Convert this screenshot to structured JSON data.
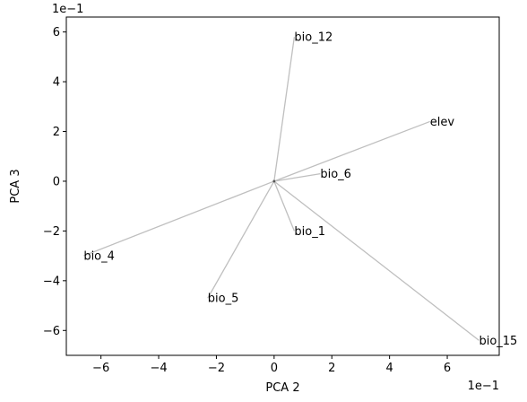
{
  "chart_data": {
    "type": "biplot",
    "xlabel": "PCA 2",
    "ylabel": "PCA 3",
    "x_offset_label": "1e−1",
    "y_offset_label": "1e−1",
    "xlim": [
      -7.2,
      7.8
    ],
    "ylim": [
      -7.0,
      6.6
    ],
    "x_ticks": [
      -6,
      -4,
      -2,
      0,
      2,
      4,
      6
    ],
    "y_ticks": [
      -6,
      -4,
      -2,
      0,
      2,
      4,
      6
    ],
    "x_tick_labels": [
      "−6",
      "−4",
      "−2",
      "0",
      "2",
      "4",
      "6"
    ],
    "y_tick_labels": [
      "−6",
      "−4",
      "−2",
      "0",
      "2",
      "4",
      "6"
    ],
    "grid": false,
    "line_color": "#bfbfbf",
    "origin": [
      0,
      0
    ],
    "vectors": [
      {
        "label": "bio_12",
        "x": 0.7,
        "y": 5.8
      },
      {
        "label": "elev",
        "x": 5.4,
        "y": 2.4
      },
      {
        "label": "bio_6",
        "x": 1.6,
        "y": 0.3
      },
      {
        "label": "bio_1",
        "x": 0.7,
        "y": -2.0
      },
      {
        "label": "bio_4",
        "x": -6.6,
        "y": -3.0
      },
      {
        "label": "bio_5",
        "x": -2.3,
        "y": -4.7
      },
      {
        "label": "bio_15",
        "x": 7.1,
        "y": -6.4
      }
    ]
  }
}
